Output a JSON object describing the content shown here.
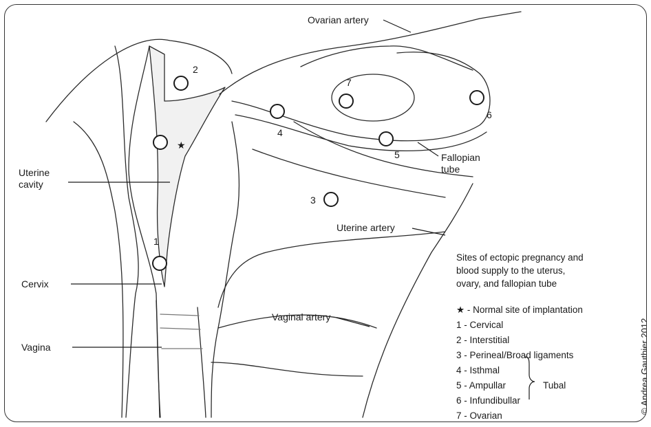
{
  "labels": {
    "ovarian_artery": "Ovarian artery",
    "fallopian_tube": "Fallopian\ntube",
    "uterine_cavity": "Uterine\ncavity",
    "uterine_artery": "Uterine artery",
    "cervix": "Cervix",
    "vaginal_artery": "Vaginal artery",
    "vagina": "Vagina"
  },
  "site_numbers": [
    "1",
    "2",
    "3",
    "4",
    "5",
    "6",
    "7"
  ],
  "star": "★",
  "legend": {
    "title": "Sites of ectopic pregnancy and\nblood supply to the uterus,\novary, and fallopian tube",
    "normal": "★ - Normal site of implantation",
    "items": [
      "1 - Cervical",
      "2 - Interstitial",
      "3 - Perineal/Broad ligaments",
      "4 - Isthmal",
      "5 - Ampullar",
      "6 - Infundibullar",
      "7 - Ovarian"
    ],
    "group_label": "Tubal"
  },
  "copyright": "© Andrea Gauthier 2012"
}
